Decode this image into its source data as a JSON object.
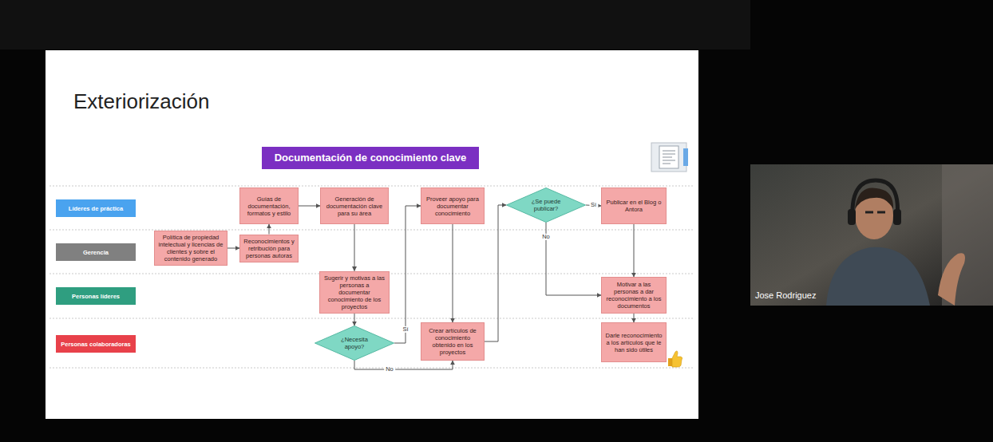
{
  "diagram": {
    "title": "Exteriorización",
    "nodes": [
      {
        "text": [
          "Documentación de conocimiento clave"
        ]
      },
      {
        "text": [
          "Líderes de práctica"
        ]
      },
      {
        "text": [
          "Gerencia"
        ]
      },
      {
        "text": [
          "Personas líderes"
        ]
      },
      {
        "text": [
          "Personas colaboradoras"
        ]
      },
      {
        "text": [
          "Guías de documentación, formatos y estilo"
        ]
      },
      {
        "text": [
          "Generación de documentación clave para su área"
        ]
      },
      {
        "text": [
          "Proveer apoyo para documentar conocimiento"
        ]
      },
      {
        "text": [
          "¿Se puede publicar?"
        ]
      },
      {
        "text": [
          "Publicar en el Blog o Antora"
        ]
      },
      {
        "text": [
          "Política de propiedad intelectual y licencias de clientes y sobre el contenido generado"
        ]
      },
      {
        "text": [
          "Reconocimientos y retribución para personas autoras"
        ]
      },
      {
        "text": [
          "Sugerir y motivas a las personas a documentar conocimiento de los proyectos"
        ]
      },
      {
        "text": [
          "Motivar a las personas a dar reconocimiento a los documentos"
        ]
      },
      {
        "text": [
          "¿Necesita apoyo?"
        ]
      },
      {
        "text": [
          "Crear artículos de conocimiento obtenido en los proyectos"
        ]
      },
      {
        "text": [
          "Darle reconocimiento a los artículos que le han sido útiles"
        ]
      }
    ],
    "edges": [
      {
        "from": 10,
        "to": 11,
        "arrow": "to"
      },
      {
        "from": 11,
        "to": 5,
        "arrow": "to"
      },
      {
        "from": 5,
        "to": 6,
        "arrow": "to"
      },
      {
        "from": 6,
        "to": 12,
        "arrow": "to"
      },
      {
        "from": 12,
        "to": 14,
        "arrow": "to"
      },
      {
        "from": 14,
        "to": 7,
        "label": "Sí",
        "arrow": "to"
      },
      {
        "from": 14,
        "to": 15,
        "label": "No",
        "arrow": "to"
      },
      {
        "from": 7,
        "to": 15,
        "arrow": "to"
      },
      {
        "from": 15,
        "to": 8,
        "arrow": "to"
      },
      {
        "from": 8,
        "to": 9,
        "label": "Sí",
        "arrow": "to"
      },
      {
        "from": 8,
        "to": 13,
        "label": "No",
        "arrow": "to"
      },
      {
        "from": 9,
        "to": 13,
        "arrow": "to"
      },
      {
        "from": 13,
        "to": 16,
        "arrow": "to"
      }
    ],
    "labels": [
      "Jose Rodriguez"
    ]
  }
}
